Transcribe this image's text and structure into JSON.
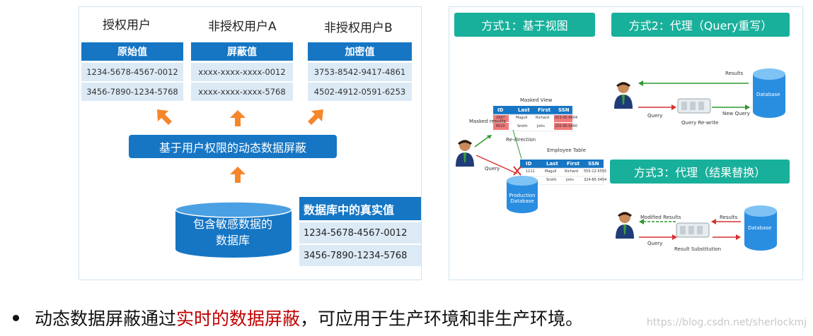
{
  "left": {
    "users": [
      "授权用户",
      "非授权用户A",
      "非授权用户B"
    ],
    "columns": [
      {
        "header": "原始值",
        "values": [
          "1234-5678-4567-0012",
          "3456-7890-1234-5768"
        ]
      },
      {
        "header": "屏蔽值",
        "values": [
          "xxxx-xxxx-xxxx-0012",
          "xxxx-xxxx-xxxx-5768"
        ]
      },
      {
        "header": "加密值",
        "values": [
          "3753-8542-9417-4861",
          "4502-4912-0591-6253"
        ]
      }
    ],
    "dynamic_label": "基于用户权限的动态数据屏蔽",
    "database_label_line1": "包含敏感数据的",
    "database_label_line2": "数据库",
    "real_header": "数据库中的真实值",
    "real_values": [
      "1234-5678-4567-0012",
      "3456-7890-1234-5768"
    ],
    "arrow_color": "#f5862a",
    "accent": "#1676c4"
  },
  "right": {
    "methods": [
      "方式1：基于视图",
      "方式2：代理（Query重写）",
      "方式3：代理（结果替换）"
    ],
    "method_color": "#18b09b",
    "view": {
      "masked_view_title": "Masked View",
      "masked_results": "Masked results",
      "redirection": "Re-direction",
      "employee_table_title": "Employee Table",
      "query": "Query",
      "headers": [
        "ID",
        "Last",
        "First",
        "SSN"
      ],
      "masked_rows": [
        [
          "2847",
          "Magull",
          "Richard",
          "003-45-6604"
        ],
        [
          "8020",
          "Smith",
          "John",
          "200-96-6460"
        ]
      ],
      "table_rows": [
        [
          "1111",
          "Magull",
          "Richard",
          "555-12-5555"
        ],
        [
          "1112",
          "Smith",
          "John",
          "324-85-3454"
        ]
      ],
      "db_label": "Production Database"
    },
    "rewrite": {
      "results": "Results",
      "query": "Query",
      "new_query": "New Query",
      "engine": "Query Re-write",
      "db": "Database"
    },
    "substitution": {
      "modified": "Modified Results",
      "results": "Results",
      "query": "Query",
      "engine": "Result Substitution",
      "db": "Database"
    }
  },
  "bullet": {
    "prefix": "动态数据屏蔽通过",
    "highlight": "实时的数据屏蔽",
    "suffix": "，可应用于生产环境和非生产环境。"
  },
  "watermark": "https://blog.csdn.net/sherlockmj"
}
